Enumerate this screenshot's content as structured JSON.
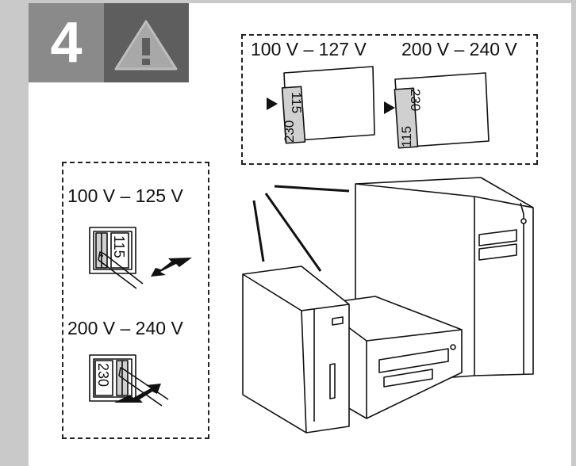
{
  "step": {
    "number": "4",
    "icon": "warning-icon"
  },
  "top_panel": {
    "left_label": "100 V – 127 V",
    "right_label": "200 V – 240 V",
    "left_card": {
      "top": "115",
      "bottom": "230"
    },
    "right_card": {
      "top": "230",
      "bottom": "115"
    }
  },
  "left_panel": {
    "upper_label": "100 V – 125 V",
    "upper_switch": "115",
    "lower_label": "200 V – 240 V",
    "lower_switch": "230"
  },
  "colors": {
    "frame": "#c9c9c9",
    "step_bg": "#8a8a8a",
    "warning_bg": "#5e5e5e",
    "card_strip": "#d0d0d0"
  }
}
